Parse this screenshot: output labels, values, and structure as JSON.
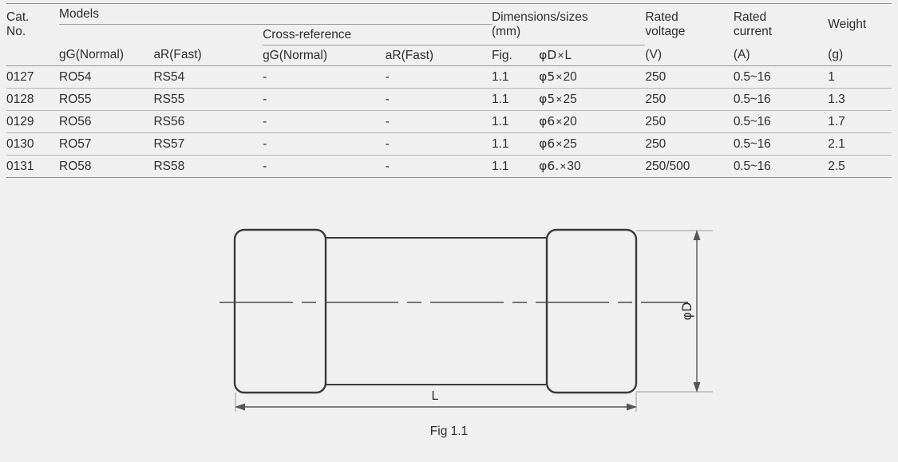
{
  "table": {
    "header": {
      "cat_no_line1": "Cat.",
      "cat_no_line2": "No.",
      "models_group": "Models",
      "cross_reference_group": "Cross-reference",
      "dimensions_group_line1": "Dimensions/sizes",
      "dimensions_group_line2": "(mm)",
      "rated_voltage_line1": "Rated",
      "rated_voltage_line2": "voltage",
      "rated_voltage_unit": "(V)",
      "rated_current_line1": "Rated",
      "rated_current_line2": "current",
      "rated_current_unit": "(A)",
      "weight_line1": "Weight",
      "weight_unit": "(g)",
      "models_gg": "gG(Normal)",
      "models_ar": "aR(Fast)",
      "xref_gg": "gG(Normal)",
      "xref_ar": "aR(Fast)",
      "fig": "Fig.",
      "dim_formula_phi": "φD",
      "dim_formula_times": "×",
      "dim_formula_l": "L"
    },
    "rows": [
      {
        "cat_no": "0127",
        "models_gg": "RO54",
        "models_ar": "RS54",
        "xref_gg": "-",
        "xref_ar": "-",
        "fig": "1.1",
        "dim_phi": "φ5",
        "dim_times": "×",
        "dim_len": "20",
        "rated_voltage": "250",
        "rated_current": "0.5~16",
        "weight": "1"
      },
      {
        "cat_no": "0128",
        "models_gg": "RO55",
        "models_ar": "RS55",
        "xref_gg": "-",
        "xref_ar": "-",
        "fig": "1.1",
        "dim_phi": "φ5",
        "dim_times": "×",
        "dim_len": "25",
        "rated_voltage": "250",
        "rated_current": "0.5~16",
        "weight": "1.3"
      },
      {
        "cat_no": "0129",
        "models_gg": "RO56",
        "models_ar": "RS56",
        "xref_gg": "-",
        "xref_ar": "-",
        "fig": "1.1",
        "dim_phi": "φ6",
        "dim_times": "×",
        "dim_len": "20",
        "rated_voltage": "250",
        "rated_current": "0.5~16",
        "weight": "1.7"
      },
      {
        "cat_no": "0130",
        "models_gg": "RO57",
        "models_ar": "RS57",
        "xref_gg": "-",
        "xref_ar": "-",
        "fig": "1.1",
        "dim_phi": "φ6",
        "dim_times": "×",
        "dim_len": "25",
        "rated_voltage": "250",
        "rated_current": "0.5~16",
        "weight": "2.1"
      },
      {
        "cat_no": "0131",
        "models_gg": "RO58",
        "models_ar": "RS58",
        "xref_gg": "-",
        "xref_ar": "-",
        "fig": "1.1",
        "dim_phi": "φ6.",
        "dim_times": "×",
        "dim_len": "30",
        "rated_voltage": "250/500",
        "rated_current": "0.5~16",
        "weight": "2.5"
      }
    ]
  },
  "drawing": {
    "caption": "Fig 1.1",
    "diameter_label": "φD",
    "length_label": "L",
    "line_color": "#3a3a3a",
    "dimension_color": "#555555",
    "body_fill": "#f0f0f0"
  },
  "colors": {
    "background": "#f0f0f0",
    "text": "#2d2d2d",
    "rule_major": "#8e8e8e",
    "rule_minor": "#b4b4b4"
  }
}
